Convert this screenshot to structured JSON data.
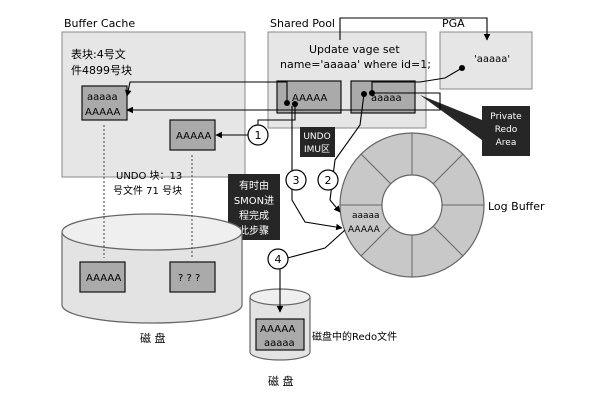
{
  "labels": {
    "buffer_cache": "Buffer  Cache",
    "shared_pool": "Shared Pool",
    "pga": "PGA",
    "table_block_line1": "表块:4号文",
    "table_block_line2": "件4899号块",
    "sql_line1": "Update vage set",
    "sql_line2": "name='aaaaa' where id=1;",
    "undo_block_line1": "UNDO 块：13",
    "undo_block_line2": "号文件 71 号块",
    "undo_imu_line1": "UNDO",
    "undo_imu_line2": "IMU区",
    "smon_line1": "有时由",
    "smon_line2": "SMON进",
    "smon_line3": "程完成",
    "smon_line4": "此步骤",
    "private_redo_line1": "Private",
    "private_redo_line2": "Redo",
    "private_redo_line3": "Area",
    "log_buffer": "Log Buffer",
    "disk_large": "磁 盘",
    "disk_small": "磁 盘",
    "redo_file": "磁盘中的Redo文件"
  },
  "values": {
    "bc_data_old": "aaaaa",
    "bc_data_new": "AAAAA",
    "bc_undo": "AAAAA",
    "sp_undo": "AAAAA",
    "sp_redo": "aaaaa",
    "pga_value": "'aaaaa'",
    "log_line1": "aaaaa",
    "log_line2": "AAAAA",
    "disk_data": "AAAAA",
    "disk_undo": "? ? ?",
    "redo_disk_line1": "AAAAA",
    "redo_disk_line2": "aaaaa"
  },
  "steps": [
    "1",
    "2",
    "3",
    "4"
  ],
  "colors": {
    "panel_fill": "#e6e6e6",
    "box_fill": "#aaaaaa",
    "dark_label": "#262626",
    "disk_fill": "#e3e3e3",
    "log_buffer_fill": "#c8c8c8"
  }
}
